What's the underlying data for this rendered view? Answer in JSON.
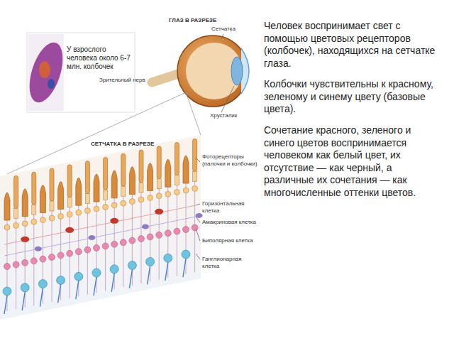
{
  "diagram": {
    "labels": [
      "ГЛАЗ В РАЗРЕЗЕ",
      "Сетчатка",
      "Хрусталик",
      "Зрительный нерв",
      "СЕТЧАТКА В РАЗРЕЗЕ",
      "Фоторецепторы (палочки и колбочки)",
      "Горизонтальная клетка",
      "Амакриновая клетка",
      "Биполярная клетка",
      "Ганглионарная клетка",
      "У взрослого человека около 6-7 млн. колбочек",
      "Человек воспринимает свет с помощью цветовых рецепторов (колбочек), находящихся на сетчатке глаза.",
      "Колбочки чувствительны к красному, зеленому и синему цвету (базовые цвета).",
      "Сочетание красного, зеленого и синего цветов воспринимается человеком как белый цвет, их отсутствие — как черный, а различные их сочетания — как многочисленные оттенки цветов."
    ]
  }
}
